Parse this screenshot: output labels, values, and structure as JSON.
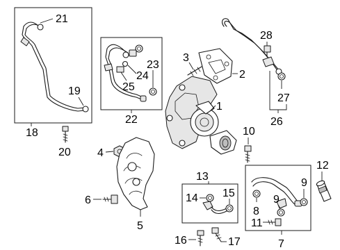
{
  "callouts": {
    "c1": "1",
    "c2": "2",
    "c3": "3",
    "c4": "4",
    "c5": "5",
    "c6": "6",
    "c7": "7",
    "c8": "8",
    "c9a": "9",
    "c9b": "9",
    "c10": "10",
    "c11": "11",
    "c12": "12",
    "c13": "13",
    "c14": "14",
    "c15": "15",
    "c16": "16",
    "c17": "17",
    "c18": "18",
    "c19": "19",
    "c20": "20",
    "c21": "21",
    "c22": "22",
    "c23": "23",
    "c24": "24",
    "c25": "25",
    "c26": "26",
    "c27": "27",
    "c28": "28"
  },
  "colors": {
    "line": "#1a1a1a",
    "background": "#ffffff",
    "shade": "#e6e6e6"
  }
}
